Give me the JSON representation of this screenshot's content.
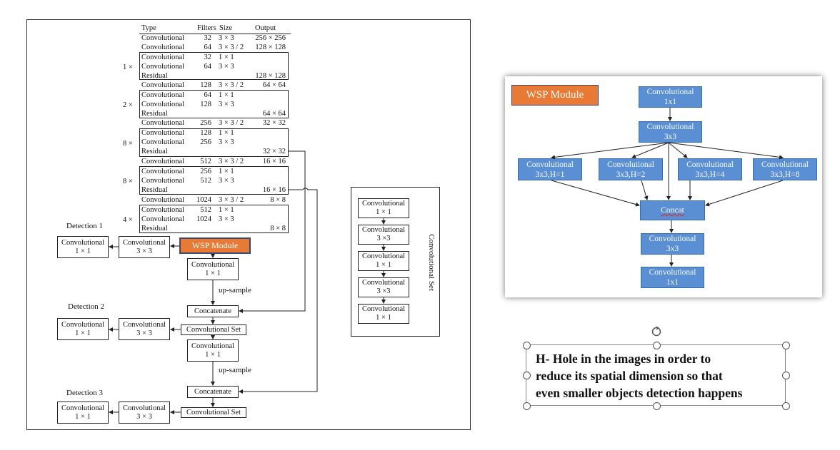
{
  "left_figure": {
    "table_header": {
      "type": "Type",
      "filters": "Filters",
      "size": "Size",
      "output": "Output"
    },
    "rows": [
      {
        "type": "Convolutional",
        "filters": "32",
        "size": "3 × 3",
        "output": "256 × 256"
      },
      {
        "type": "Convolutional",
        "filters": "64",
        "size": "3 × 3 / 2",
        "output": "128 × 128"
      },
      {
        "type": "Convolutional",
        "filters": "32",
        "size": "1 × 1",
        "output": ""
      },
      {
        "type": "Convolutional",
        "filters": "64",
        "size": "3 × 3",
        "output": ""
      },
      {
        "type": "Residual",
        "filters": "",
        "size": "",
        "output": "128 × 128"
      },
      {
        "type": "Convolutional",
        "filters": "128",
        "size": "3 × 3 / 2",
        "output": "64 × 64"
      },
      {
        "type": "Convolutional",
        "filters": "64",
        "size": "1 × 1",
        "output": ""
      },
      {
        "type": "Convolutional",
        "filters": "128",
        "size": "3 × 3",
        "output": ""
      },
      {
        "type": "Residual",
        "filters": "",
        "size": "",
        "output": "64 × 64"
      },
      {
        "type": "Convolutional",
        "filters": "256",
        "size": "3 × 3 / 2",
        "output": "32 × 32"
      },
      {
        "type": "Convolutional",
        "filters": "128",
        "size": "1 × 1",
        "output": ""
      },
      {
        "type": "Convolutional",
        "filters": "256",
        "size": "3 × 3",
        "output": ""
      },
      {
        "type": "Residual",
        "filters": "",
        "size": "",
        "output": "32 × 32"
      },
      {
        "type": "Convolutional",
        "filters": "512",
        "size": "3 × 3 / 2",
        "output": "16 × 16"
      },
      {
        "type": "Convolutional",
        "filters": "256",
        "size": "1 × 1",
        "output": ""
      },
      {
        "type": "Convolutional",
        "filters": "512",
        "size": "3 × 3",
        "output": ""
      },
      {
        "type": "Residual",
        "filters": "",
        "size": "",
        "output": "16 × 16"
      },
      {
        "type": "Convolutional",
        "filters": "1024",
        "size": "3 × 3 / 2",
        "output": "8 × 8"
      },
      {
        "type": "Convolutional",
        "filters": "512",
        "size": "1 × 1",
        "output": ""
      },
      {
        "type": "Convolutional",
        "filters": "1024",
        "size": "3 × 3",
        "output": ""
      },
      {
        "type": "Residual",
        "filters": "",
        "size": "",
        "output": "8 × 8"
      }
    ],
    "repeats": [
      "1 ×",
      "2 ×",
      "8 ×",
      "8 ×",
      "4 ×"
    ],
    "detection_labels": [
      "Detection 1",
      "Detection 2",
      "Detection 3"
    ],
    "conv_label": "Convolutional",
    "k1": "1 × 1",
    "k3": "3 × 3",
    "k3b": "3 ×3",
    "wsp_module": "WSP Module",
    "upsample": "up-sample",
    "concatenate": "Concatenate",
    "conv_set": "Convolutional  Set",
    "conv_set_vertical": "Convolutional Set"
  },
  "right_figure": {
    "title": "WSP Module",
    "conv": "Convolutional",
    "k1": "1x1",
    "k3": "3x3",
    "dilations": [
      "3x3,H=1",
      "3x3,H=2",
      "3x3,H=4",
      "3x3,H=8"
    ],
    "concat": "Concat",
    "colors": {
      "box": "#5b8fd3",
      "title_bg": "#e87a36"
    }
  },
  "note": {
    "lines": [
      "H- Hole in the images in order to",
      "reduce its spatial dimension so that",
      "even smaller objects detection happens"
    ]
  }
}
